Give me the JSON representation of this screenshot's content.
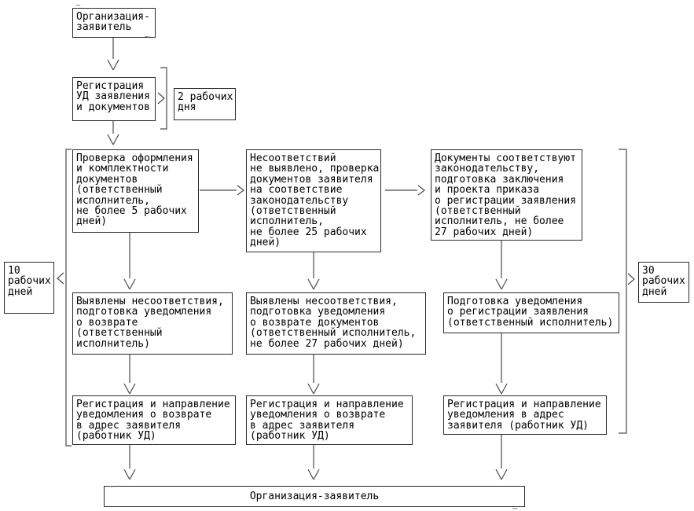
{
  "diagram": {
    "language": "ru",
    "colors": {
      "background": "#ffffff",
      "box_border": "#2a2a2a",
      "line": "#4a4a4a",
      "text": "#000000"
    },
    "nodes": {
      "applicant_top": {
        "text": "Организация-\nзаявитель"
      },
      "registration": {
        "text": "Регистрация\nУД заявления\nи документов"
      },
      "days_2": {
        "text": "2 рабочих\nдня"
      },
      "check_docs": {
        "text": "Проверка оформления\nи комплектности\nдокументов\n(ответственный\nисполнитель,\nне более 5 рабочих\nдней)"
      },
      "no_discrepancies": {
        "text": "Несоответствий\nне выявлено, проверка\nдокументов заявителя\nна соответствие\nзаконодательству\n(ответственный\nисполнитель,\nне более 25 рабочих\nдней)"
      },
      "docs_comply": {
        "text": "Документы соответствуют\nзаконодательству,\nподготовка заключения\nи проекта приказа\nо регистрации заявления\n(ответственный\nисполнитель, не более\n27 рабочих дней)"
      },
      "days_10": {
        "text": "10\nрабочих\nдней"
      },
      "days_30": {
        "text": "30\nрабочих\nдней"
      },
      "discrepancies_return": {
        "text": "Выявлены несоответствия,\nподготовка уведомления\nо возврате\n(ответственный\nисполнитель)"
      },
      "discrepancies_return_docs": {
        "text": "Выявлены несоответствия,\nподготовка уведомления\nо возврате документов\n(ответственный исполнитель,\nне более 27 рабочих дней)"
      },
      "prepare_registration_notice": {
        "text": "Подготовка уведомления\nо регистрации заявления\n(ответственный исполнитель)"
      },
      "send_return_notice_1": {
        "text": "Регистрация и направление\nуведомления о возврате\nв адрес заявителя\n(работник УД)"
      },
      "send_return_notice_2": {
        "text": "Регистрация и направление\nуведомления о возврате\nв адрес заявителя\n(работник УД)"
      },
      "send_registration_notice": {
        "text": "Регистрация и направление\nуведомления в адрес\nзаявителя (работник УД)"
      },
      "applicant_bottom": {
        "text": "Организация-заявитель"
      }
    },
    "artifact_glyph": "~"
  }
}
